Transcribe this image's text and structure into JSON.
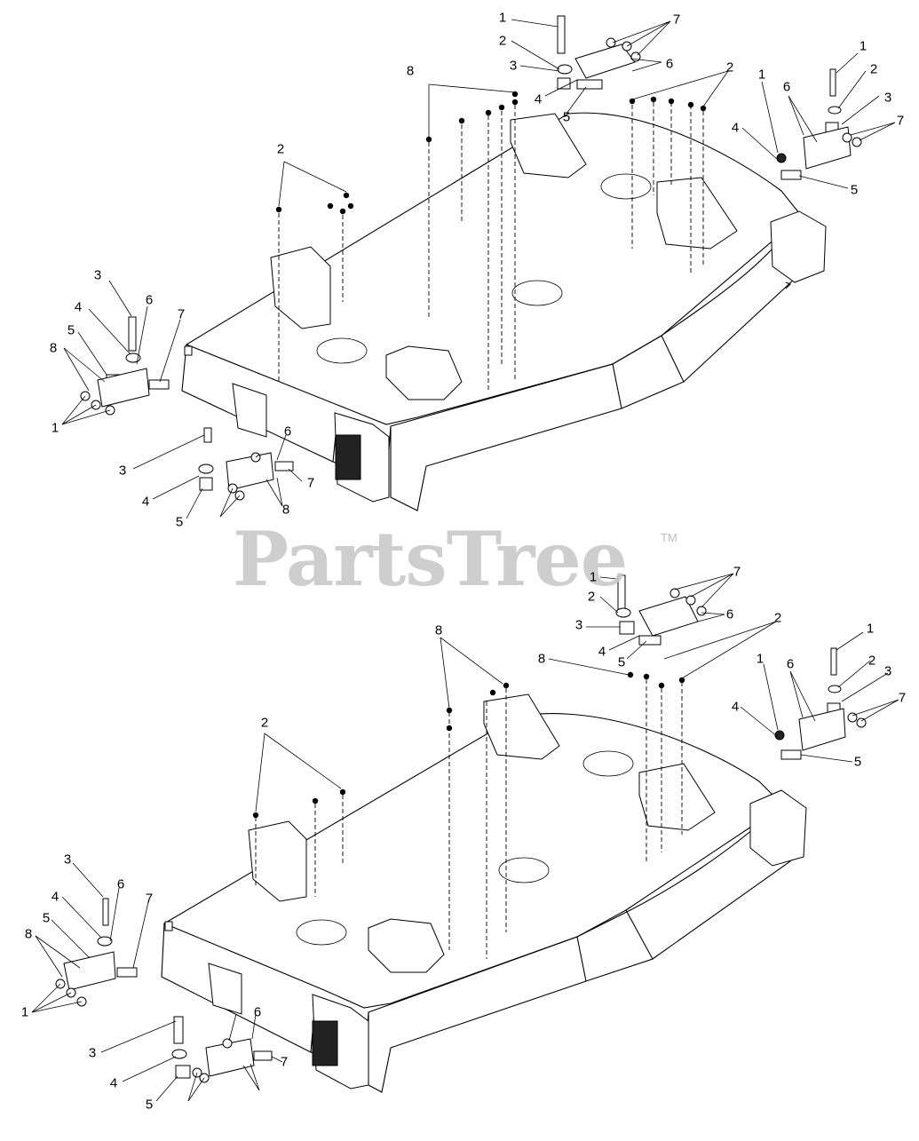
{
  "diagram": {
    "watermark": "PartsTree",
    "trademark": "TM",
    "callout_numbers": [
      "1",
      "2",
      "3",
      "4",
      "5",
      "6",
      "7",
      "8"
    ],
    "views": [
      {
        "name": "upper-deck-assembly",
        "callouts": [
          "1",
          "2",
          "3",
          "4",
          "5",
          "6",
          "7",
          "8",
          "1",
          "2",
          "3",
          "4",
          "5",
          "6",
          "7",
          "1",
          "2",
          "3",
          "4",
          "5",
          "6",
          "7",
          "8",
          "1",
          "2",
          "3",
          "4",
          "5",
          "6",
          "7",
          "8"
        ]
      },
      {
        "name": "lower-deck-assembly",
        "callouts": [
          "1",
          "2",
          "3",
          "4",
          "5",
          "6",
          "7",
          "8",
          "8",
          "1",
          "2",
          "3",
          "4",
          "5",
          "6",
          "7",
          "1",
          "2",
          "3",
          "4",
          "5",
          "6",
          "7",
          "8",
          "1",
          "2",
          "3",
          "4",
          "5",
          "6",
          "7"
        ]
      }
    ]
  }
}
